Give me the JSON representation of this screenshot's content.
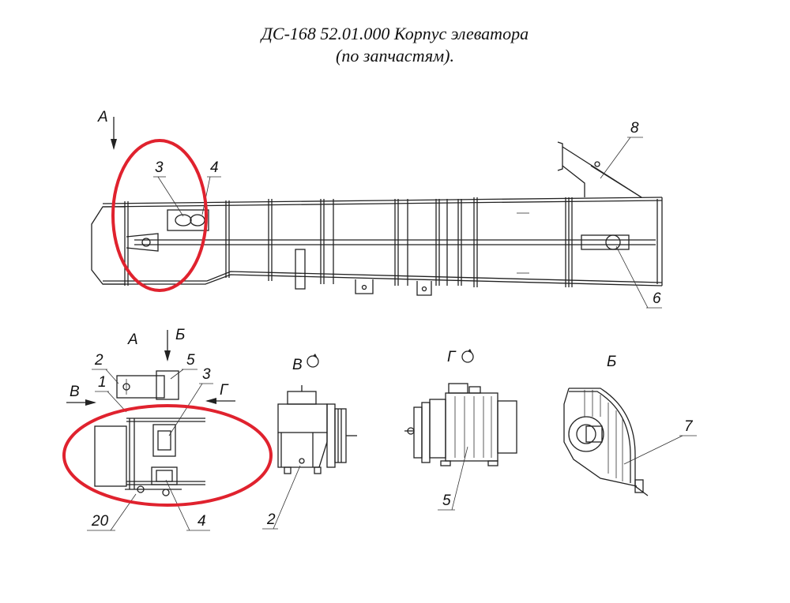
{
  "title": {
    "line1": "ДС-168 52.01.000 Корпус элеватора",
    "line2": "(по запчастям)."
  },
  "views": {
    "view_a": "А",
    "view_b": "Б",
    "view_v": "В",
    "view_g": "Г",
    "section_v": "В",
    "section_g": "Г"
  },
  "callouts": {
    "c1": "1",
    "c2": "2",
    "c3": "3",
    "c4": "4",
    "c5": "5",
    "c6": "6",
    "c7": "7",
    "c8": "8",
    "c20": "20"
  },
  "highlight_color": "#e0222e"
}
